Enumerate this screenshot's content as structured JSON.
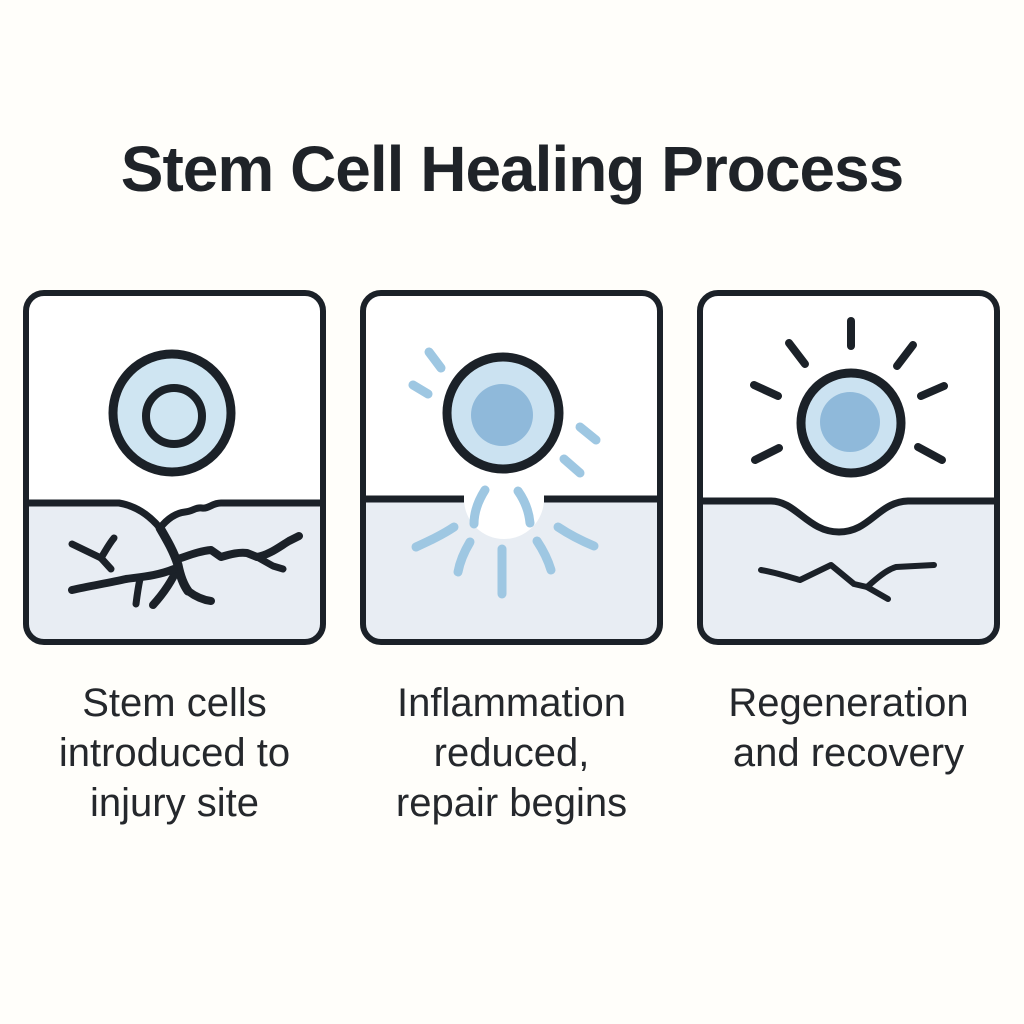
{
  "title": "Stem Cell Healing Process",
  "steps": [
    {
      "caption": "Stem cells\nintroduced to\ninjury site",
      "icon": "stem-cell-over-cracked-tissue"
    },
    {
      "caption": "Inflammation\nreduced,\nrepair begins",
      "icon": "cell-signals-over-healing-notch"
    },
    {
      "caption": "Regeneration\nand recovery",
      "icon": "radiating-cell-over-smoothed-tissue"
    }
  ],
  "colors": {
    "background": "#fffefa",
    "panel_background": "#ffffff",
    "outline": "#1b2128",
    "tissue_fill": "#e8edf3",
    "cell_fill": "#cfe5f2",
    "cell_ring_fill": "#cbe2f1",
    "nucleus_fill": "#8fb9da",
    "signal_blue": "#9ec7e2",
    "title_color": "#1f2328",
    "caption_color": "#25282c"
  }
}
